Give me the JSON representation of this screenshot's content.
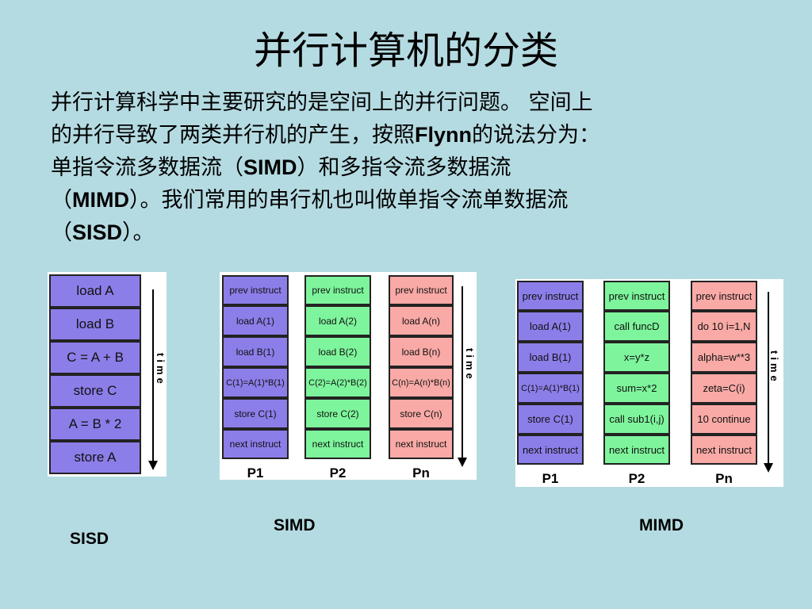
{
  "title": "并行计算机的分类",
  "paragraph": {
    "l1": "并行计算科学中主要研究的是空间上的并行问题。 空间上",
    "l2a": "的并行导致了两类并行机的产生，按照",
    "l2b": "Flynn",
    "l2c": "的说法分为：",
    "l3a": "单指令流多数据流（",
    "l3b": "SIMD",
    "l3c": "）和多指令流多数据流",
    "l4a": "（",
    "l4b": "MIMD",
    "l4c": "）。我们常用的串行机也叫做单指令流单数据流",
    "l5a": "（",
    "l5b": "SISD",
    "l5c": "）。"
  },
  "sisd": {
    "caption": "SISD",
    "time_label": "time",
    "cells": [
      "load A",
      "load B",
      "C = A + B",
      "store C",
      "A = B * 2",
      "store A"
    ]
  },
  "simd": {
    "caption": "SIMD",
    "time_label": "time",
    "processors": [
      {
        "label": "P1",
        "cells": [
          "prev instruct",
          "load A(1)",
          "load B(1)",
          "C(1)=A(1)*B(1)",
          "store C(1)",
          "next instruct"
        ]
      },
      {
        "label": "P2",
        "cells": [
          "prev instruct",
          "load A(2)",
          "load B(2)",
          "C(2)=A(2)*B(2)",
          "store C(2)",
          "next instruct"
        ]
      },
      {
        "label": "Pn",
        "cells": [
          "prev instruct",
          "load A(n)",
          "load B(n)",
          "C(n)=A(n)*B(n)",
          "store C(n)",
          "next instruct"
        ]
      }
    ]
  },
  "mimd": {
    "caption": "MIMD",
    "time_label": "time",
    "processors": [
      {
        "label": "P1",
        "cells": [
          "prev instruct",
          "load A(1)",
          "load B(1)",
          "C(1)=A(1)*B(1)",
          "store C(1)",
          "next instruct"
        ]
      },
      {
        "label": "P2",
        "cells": [
          "prev instruct",
          "call funcD",
          "x=y*z",
          "sum=x*2",
          "call sub1(i,j)",
          "next instruct"
        ]
      },
      {
        "label": "Pn",
        "cells": [
          "prev instruct",
          "do 10 i=1,N",
          "alpha=w**3",
          "zeta=C(i)",
          "10 continue",
          "next instruct"
        ]
      }
    ]
  },
  "colors": {
    "background": "#b5dbe2",
    "blue": "#8c7ee9",
    "green": "#7ef59c",
    "pink": "#f9aaa6"
  }
}
